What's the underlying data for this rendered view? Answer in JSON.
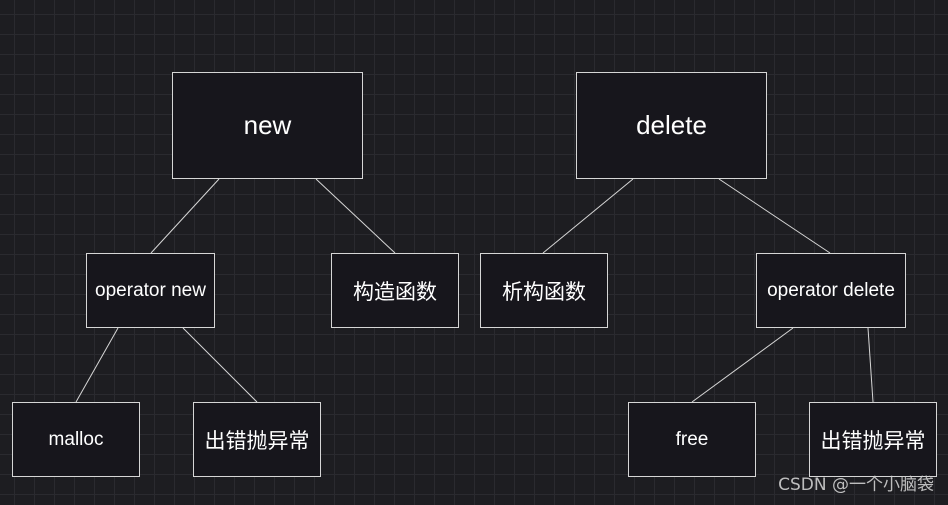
{
  "diagram": {
    "nodes": {
      "new": "new",
      "delete": "delete",
      "operator_new": "operator new",
      "constructor": "构造函数",
      "destructor": "析构函数",
      "operator_delete": "operator delete",
      "malloc": "malloc",
      "throw_left": "出错抛异常",
      "free": "free",
      "throw_right": "出错抛异常"
    },
    "edges": [
      [
        "new",
        "operator_new"
      ],
      [
        "new",
        "constructor"
      ],
      [
        "delete",
        "destructor"
      ],
      [
        "delete",
        "operator_delete"
      ],
      [
        "operator_new",
        "malloc"
      ],
      [
        "operator_new",
        "throw_left"
      ],
      [
        "operator_delete",
        "free"
      ],
      [
        "operator_delete",
        "throw_right"
      ]
    ]
  },
  "watermark": "CSDN @一个小脑袋",
  "colors": {
    "background": "#1d1d21",
    "node_fill": "#17161c",
    "node_border": "#d6d6d6",
    "text": "#ffffff"
  }
}
